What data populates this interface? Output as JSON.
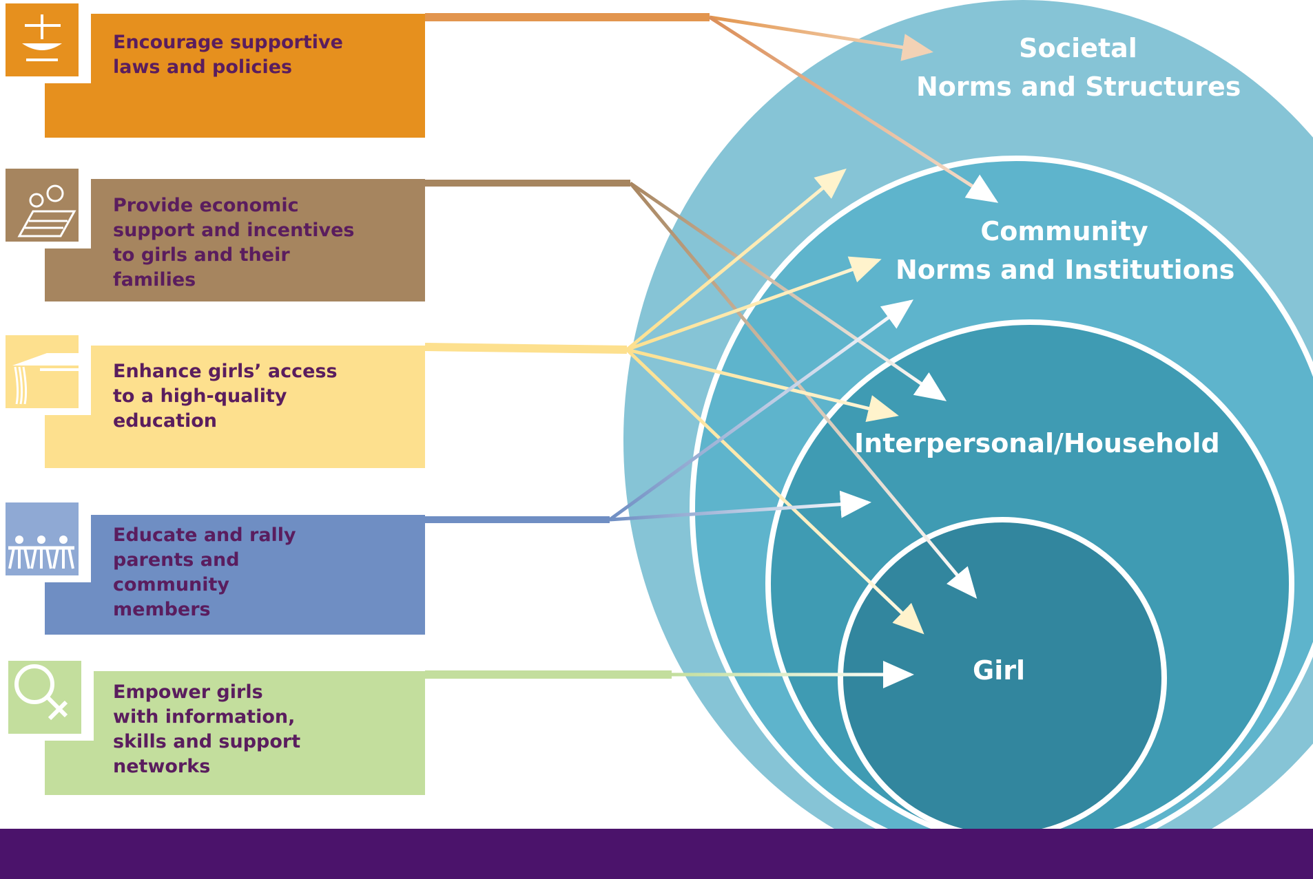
{
  "strategies": [
    {
      "label_lines": [
        "Encourage supportive",
        "laws and policies"
      ],
      "icon": "scales-icon",
      "color": "#e6901e",
      "color_light": "#e6901e"
    },
    {
      "label_lines": [
        "Provide economic",
        "support and incentives",
        "to girls and their",
        "families"
      ],
      "icon": "coins-icon",
      "color": "#a6855f",
      "color_light": "#a6855f"
    },
    {
      "label_lines": [
        "Enhance girls’ access",
        "to a high-quality",
        "education"
      ],
      "icon": "graduation-cap-icon",
      "color": "#fde08e",
      "color_light": "#fde08e"
    },
    {
      "label_lines": [
        "Educate and rally",
        "parents and",
        "community",
        "members"
      ],
      "icon": "people-group-icon",
      "color": "#6f8ec3",
      "color_light": "#8fa9d4"
    },
    {
      "label_lines": [
        "Empower girls",
        "with information,",
        "skills and support",
        "networks"
      ],
      "icon": "female-symbol-icon",
      "color": "#c3de9d",
      "color_light": "#c3de9d"
    }
  ],
  "levels": [
    {
      "lines": [
        "Societal",
        "Norms and Structures"
      ],
      "color": "#86c4d6"
    },
    {
      "lines": [
        "Community",
        "Norms and Institutions"
      ],
      "color": "#5eb4cc"
    },
    {
      "lines": [
        "Interpersonal/Household"
      ],
      "color": "#3f9bb3"
    },
    {
      "lines": [
        "Girl"
      ],
      "color": "#32869e"
    }
  ],
  "colors": {
    "footer": "#4b136b",
    "label_text": "#5a1d5e",
    "ring_outline": "#ffffff"
  }
}
